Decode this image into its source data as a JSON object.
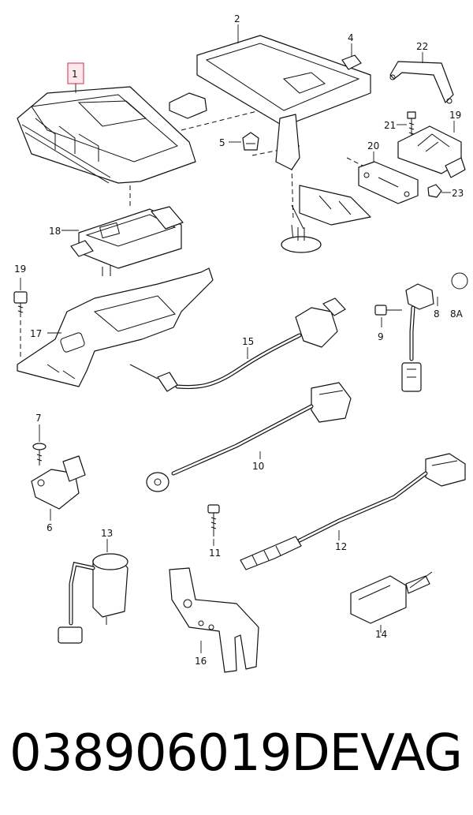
{
  "diagram": {
    "callouts": [
      "1",
      "2",
      "4",
      "22",
      "5",
      "21",
      "19",
      "20",
      "23",
      "18",
      "19",
      "17",
      "15",
      "8",
      "8A",
      "9",
      "7",
      "6",
      "10",
      "13",
      "11",
      "12",
      "16",
      "14"
    ]
  },
  "footer": {
    "part_number": "038906019DE",
    "brand": "VAG"
  }
}
